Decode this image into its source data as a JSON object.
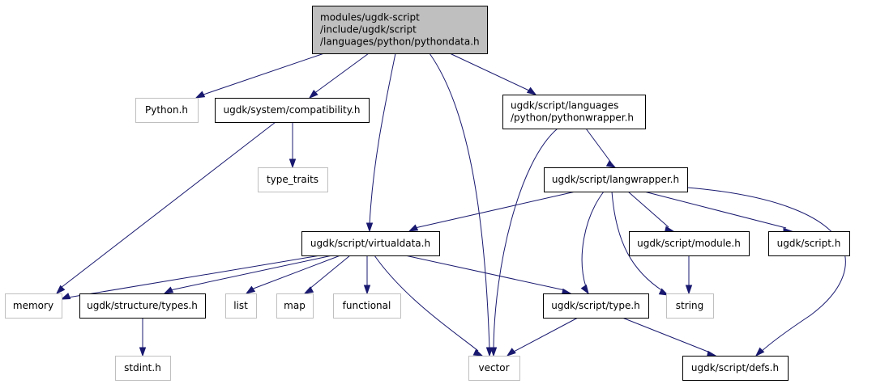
{
  "diagram": {
    "colors": {
      "edge": "#191970",
      "node_border": "#000000",
      "external_border": "#bfbfbf",
      "root_fill": "#bfbfbf",
      "background": "#ffffff"
    },
    "nodes": [
      {
        "id": "pythondata",
        "lines": [
          "modules/ugdk-script",
          "/include/ugdk/script",
          "/languages/python/pythondata.h"
        ],
        "kind": "root"
      },
      {
        "id": "python-h",
        "lines": [
          "Python.h"
        ],
        "kind": "external"
      },
      {
        "id": "compatibility",
        "lines": [
          "ugdk/system/compatibility.h"
        ],
        "kind": "internal"
      },
      {
        "id": "pythonwrapper",
        "lines": [
          "ugdk/script/languages",
          "/python/pythonwrapper.h"
        ],
        "kind": "internal"
      },
      {
        "id": "type-traits",
        "lines": [
          "type_traits"
        ],
        "kind": "external"
      },
      {
        "id": "langwrapper",
        "lines": [
          "ugdk/script/langwrapper.h"
        ],
        "kind": "internal"
      },
      {
        "id": "virtualdata",
        "lines": [
          "ugdk/script/virtualdata.h"
        ],
        "kind": "internal"
      },
      {
        "id": "module",
        "lines": [
          "ugdk/script/module.h"
        ],
        "kind": "internal"
      },
      {
        "id": "script-h",
        "lines": [
          "ugdk/script.h"
        ],
        "kind": "internal"
      },
      {
        "id": "memory",
        "lines": [
          "memory"
        ],
        "kind": "external"
      },
      {
        "id": "types",
        "lines": [
          "ugdk/structure/types.h"
        ],
        "kind": "internal"
      },
      {
        "id": "list",
        "lines": [
          "list"
        ],
        "kind": "external"
      },
      {
        "id": "map",
        "lines": [
          "map"
        ],
        "kind": "external"
      },
      {
        "id": "functional",
        "lines": [
          "functional"
        ],
        "kind": "external"
      },
      {
        "id": "type-h",
        "lines": [
          "ugdk/script/type.h"
        ],
        "kind": "internal"
      },
      {
        "id": "string",
        "lines": [
          "string"
        ],
        "kind": "external"
      },
      {
        "id": "stdint",
        "lines": [
          "stdint.h"
        ],
        "kind": "external"
      },
      {
        "id": "vector",
        "lines": [
          "vector"
        ],
        "kind": "external"
      },
      {
        "id": "defs",
        "lines": [
          "ugdk/script/defs.h"
        ],
        "kind": "internal"
      }
    ],
    "edges": [
      {
        "from": "pythondata",
        "to": "python-h"
      },
      {
        "from": "pythondata",
        "to": "compatibility"
      },
      {
        "from": "pythondata",
        "to": "virtualdata"
      },
      {
        "from": "pythondata",
        "to": "vector"
      },
      {
        "from": "pythondata",
        "to": "pythonwrapper"
      },
      {
        "from": "compatibility",
        "to": "memory"
      },
      {
        "from": "compatibility",
        "to": "type-traits"
      },
      {
        "from": "pythonwrapper",
        "to": "vector"
      },
      {
        "from": "pythonwrapper",
        "to": "langwrapper"
      },
      {
        "from": "langwrapper",
        "to": "virtualdata"
      },
      {
        "from": "langwrapper",
        "to": "type-h"
      },
      {
        "from": "langwrapper",
        "to": "string"
      },
      {
        "from": "langwrapper",
        "to": "module"
      },
      {
        "from": "langwrapper",
        "to": "script-h"
      },
      {
        "from": "langwrapper",
        "to": "defs"
      },
      {
        "from": "virtualdata",
        "to": "memory"
      },
      {
        "from": "virtualdata",
        "to": "types"
      },
      {
        "from": "virtualdata",
        "to": "list"
      },
      {
        "from": "virtualdata",
        "to": "map"
      },
      {
        "from": "virtualdata",
        "to": "functional"
      },
      {
        "from": "virtualdata",
        "to": "vector"
      },
      {
        "from": "virtualdata",
        "to": "type-h"
      },
      {
        "from": "module",
        "to": "string"
      },
      {
        "from": "types",
        "to": "stdint"
      },
      {
        "from": "type-h",
        "to": "vector"
      },
      {
        "from": "type-h",
        "to": "defs"
      }
    ]
  }
}
